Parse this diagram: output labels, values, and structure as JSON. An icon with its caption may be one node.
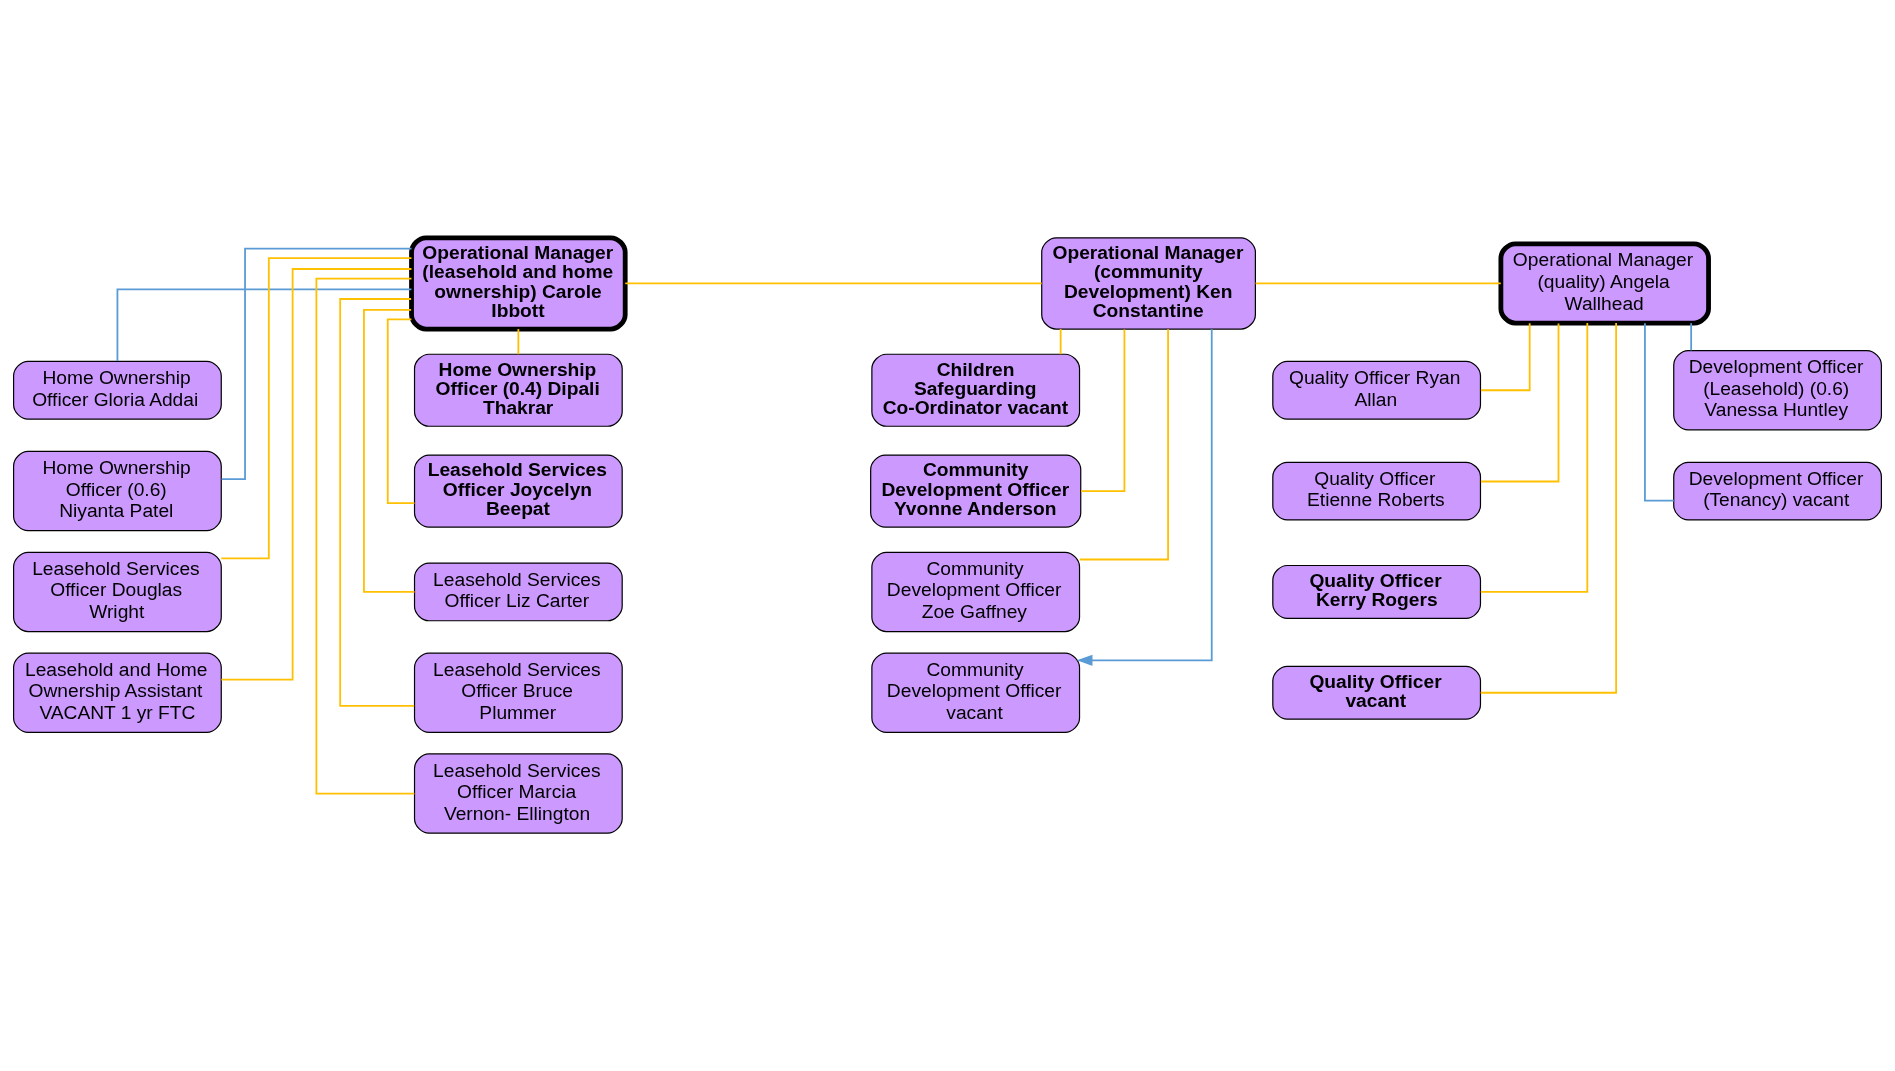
{
  "diagram": {
    "nodes": [
      {
        "text": [
          "Operational Manager (leasehold and home ownership) Carole Ibbott"
        ]
      },
      {
        "text": [
          "Operational Manager (community Development) Ken Constantine"
        ]
      },
      {
        "text": [
          "Operational Manager (quality) Angela Wallhead"
        ]
      },
      {
        "text": [
          "Home Ownership Officer Gloria Addai"
        ]
      },
      {
        "text": [
          "Home Ownership Officer (0.6) Niyanta Patel"
        ]
      },
      {
        "text": [
          "Leasehold Services Officer Douglas Wright"
        ]
      },
      {
        "text": [
          "Leasehold and Home Ownership Assistant VACANT 1 yr FTC"
        ]
      },
      {
        "text": [
          "Home Ownership Officer (0.4) Dipali Thakrar"
        ]
      },
      {
        "text": [
          "Leasehold Services Officer Joycelyn Beepat"
        ]
      },
      {
        "text": [
          "Leasehold Services Officer Liz Carter"
        ]
      },
      {
        "text": [
          "Leasehold Services Officer Bruce Plummer"
        ]
      },
      {
        "text": [
          "Leasehold Services Officer Marcia Vernon- Ellington"
        ]
      },
      {
        "text": [
          "Children Safeguarding Co-Ordinator vacant"
        ]
      },
      {
        "text": [
          "Community Development Officer Yvonne Anderson"
        ]
      },
      {
        "text": [
          "Community Development Officer Zoe Gaffney"
        ]
      },
      {
        "text": [
          "Community Development Officer vacant"
        ]
      },
      {
        "text": [
          "Quality Officer Ryan Allan"
        ]
      },
      {
        "text": [
          "Quality Officer Etienne Roberts"
        ]
      },
      {
        "text": [
          "Quality Officer Kerry Rogers"
        ]
      },
      {
        "text": [
          "Quality Officer vacant"
        ]
      },
      {
        "text": [
          "Development Officer (Leasehold) (0.6) Vanessa Huntley"
        ]
      },
      {
        "text": [
          "Development Officer (Tenancy) vacant"
        ]
      }
    ],
    "edges": [
      {
        "from": 0,
        "to": 1,
        "arrow": "none"
      },
      {
        "from": 1,
        "to": 2,
        "arrow": "none"
      },
      {
        "from": 0,
        "to": 3,
        "arrow": "none",
        "color": "#5b9bd5"
      },
      {
        "from": 0,
        "to": 4,
        "arrow": "none",
        "color": "#5b9bd5"
      },
      {
        "from": 0,
        "to": 5,
        "arrow": "none"
      },
      {
        "from": 0,
        "to": 6,
        "arrow": "none"
      },
      {
        "from": 0,
        "to": 7,
        "arrow": "none"
      },
      {
        "from": 0,
        "to": 8,
        "arrow": "none"
      },
      {
        "from": 0,
        "to": 9,
        "arrow": "none"
      },
      {
        "from": 0,
        "to": 10,
        "arrow": "none"
      },
      {
        "from": 0,
        "to": 11,
        "arrow": "none"
      },
      {
        "from": 1,
        "to": 12,
        "arrow": "none"
      },
      {
        "from": 1,
        "to": 13,
        "arrow": "none"
      },
      {
        "from": 1,
        "to": 14,
        "arrow": "none"
      },
      {
        "from": 1,
        "to": 15,
        "arrow": "to",
        "color": "#5b9bd5"
      },
      {
        "from": 2,
        "to": 16,
        "arrow": "none"
      },
      {
        "from": 2,
        "to": 17,
        "arrow": "none"
      },
      {
        "from": 2,
        "to": 18,
        "arrow": "none"
      },
      {
        "from": 2,
        "to": 19,
        "arrow": "none"
      },
      {
        "from": 2,
        "to": 20,
        "arrow": "none",
        "color": "#5b9bd5"
      },
      {
        "from": 2,
        "to": 21,
        "arrow": "none",
        "color": "#5b9bd5"
      }
    ]
  }
}
